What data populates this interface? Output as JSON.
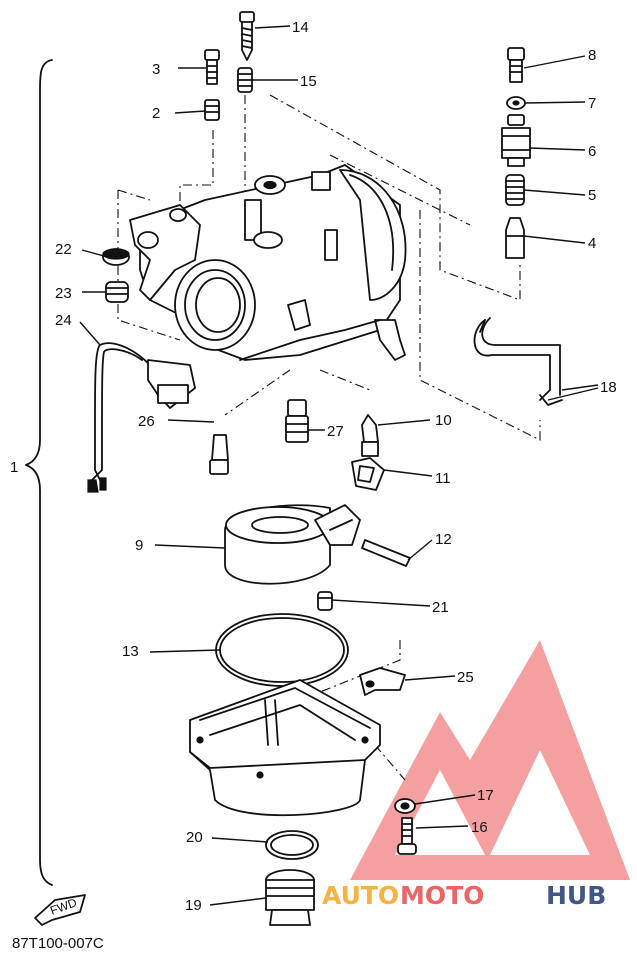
{
  "diagram": {
    "code": "87T100-007C",
    "fwd_label": "FWD",
    "assembly_callout": "1",
    "callouts": [
      "2",
      "3",
      "4",
      "5",
      "6",
      "7",
      "8",
      "9",
      "10",
      "11",
      "12",
      "13",
      "14",
      "15",
      "16",
      "17",
      "18",
      "19",
      "20",
      "21",
      "22",
      "23",
      "24",
      "25",
      "26",
      "27"
    ]
  },
  "watermark": {
    "text_auto": "AUTO",
    "text_moto": "MOTO",
    "text_hub": "HUB",
    "color_auto": "#f5a623",
    "color_moto": "#e94b4b",
    "color_hub": "#1e3a6e",
    "triangle_color": "#ef6b6b"
  }
}
